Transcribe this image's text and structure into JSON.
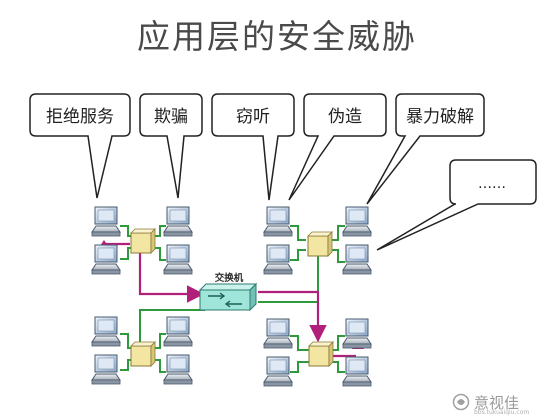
{
  "title": "应用层的安全威胁",
  "threats": [
    {
      "label": "拒绝服务"
    },
    {
      "label": "欺骗"
    },
    {
      "label": "窃听"
    },
    {
      "label": "伪造"
    },
    {
      "label": "暴力破解"
    },
    {
      "label": "……"
    }
  ],
  "switch": {
    "label": "交换机"
  },
  "watermark": {
    "text": "意视佳",
    "url": "bbs.tukuaiqiu.com"
  },
  "colors": {
    "title": "#4a4a4a",
    "green_link": "#2e9a3c",
    "magenta_link": "#b0207a",
    "hub": "#f3e6a3",
    "switch": "#9fe5d9",
    "bubble_border": "#222222"
  }
}
